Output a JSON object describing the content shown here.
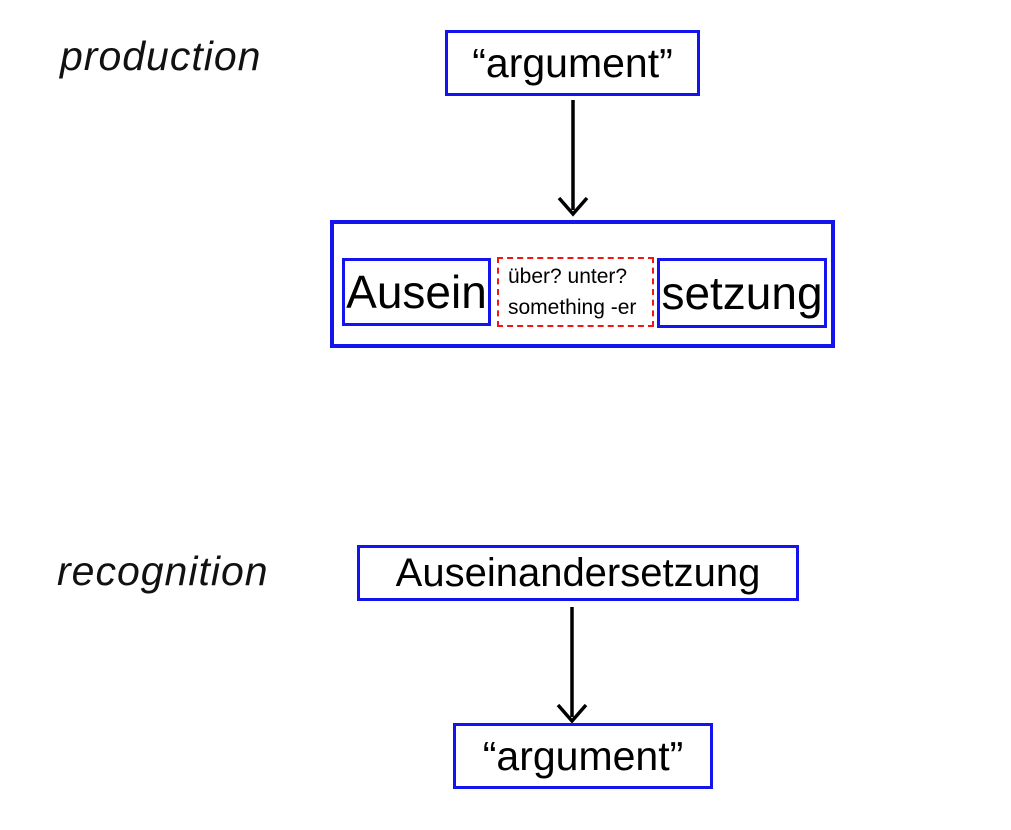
{
  "colors": {
    "box_border_blue": "#1414ee",
    "uncertain_border_red": "#f51414",
    "text": "#000000",
    "background": "#ffffff"
  },
  "production": {
    "label": "production",
    "input_word": "“argument”",
    "decomposition": {
      "left_part": "Ausein",
      "uncertain_line1": "über? unter?",
      "uncertain_line2": "something -er",
      "right_part": "setzung"
    }
  },
  "recognition": {
    "label": "recognition",
    "full_word": "Auseinandersetzung",
    "output_word": "“argument”"
  }
}
